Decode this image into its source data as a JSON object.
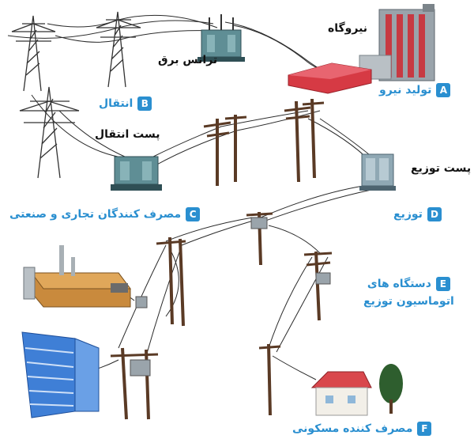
{
  "labels": {
    "power_plant": "نیروگاه",
    "step_up_transformer": "ترانس برق",
    "transmission_substation": "پست انتقال",
    "distribution_substation": "پست توزیع"
  },
  "sections": [
    {
      "letter": "A",
      "text": "تولید نیرو"
    },
    {
      "letter": "B",
      "text": "انتقال"
    },
    {
      "letter": "C",
      "text": "مصرف کنندگان تجاری و صنعتی"
    },
    {
      "letter": "D",
      "text": "توزیع"
    },
    {
      "letter": "E",
      "text": "دستگاه های",
      "text2": "اتوماسیون توزیع"
    },
    {
      "letter": "F",
      "text": "مصرف کننده مسکونی"
    }
  ],
  "colors": {
    "accent": "#2a8fd0",
    "plant_red": "#d63a44",
    "transformer": "#5f8e95",
    "pole_wood": "#5a3a25",
    "building_blue": "#3f7fd6",
    "factory_brown": "#c98a3d",
    "house_red": "#d9474c"
  }
}
